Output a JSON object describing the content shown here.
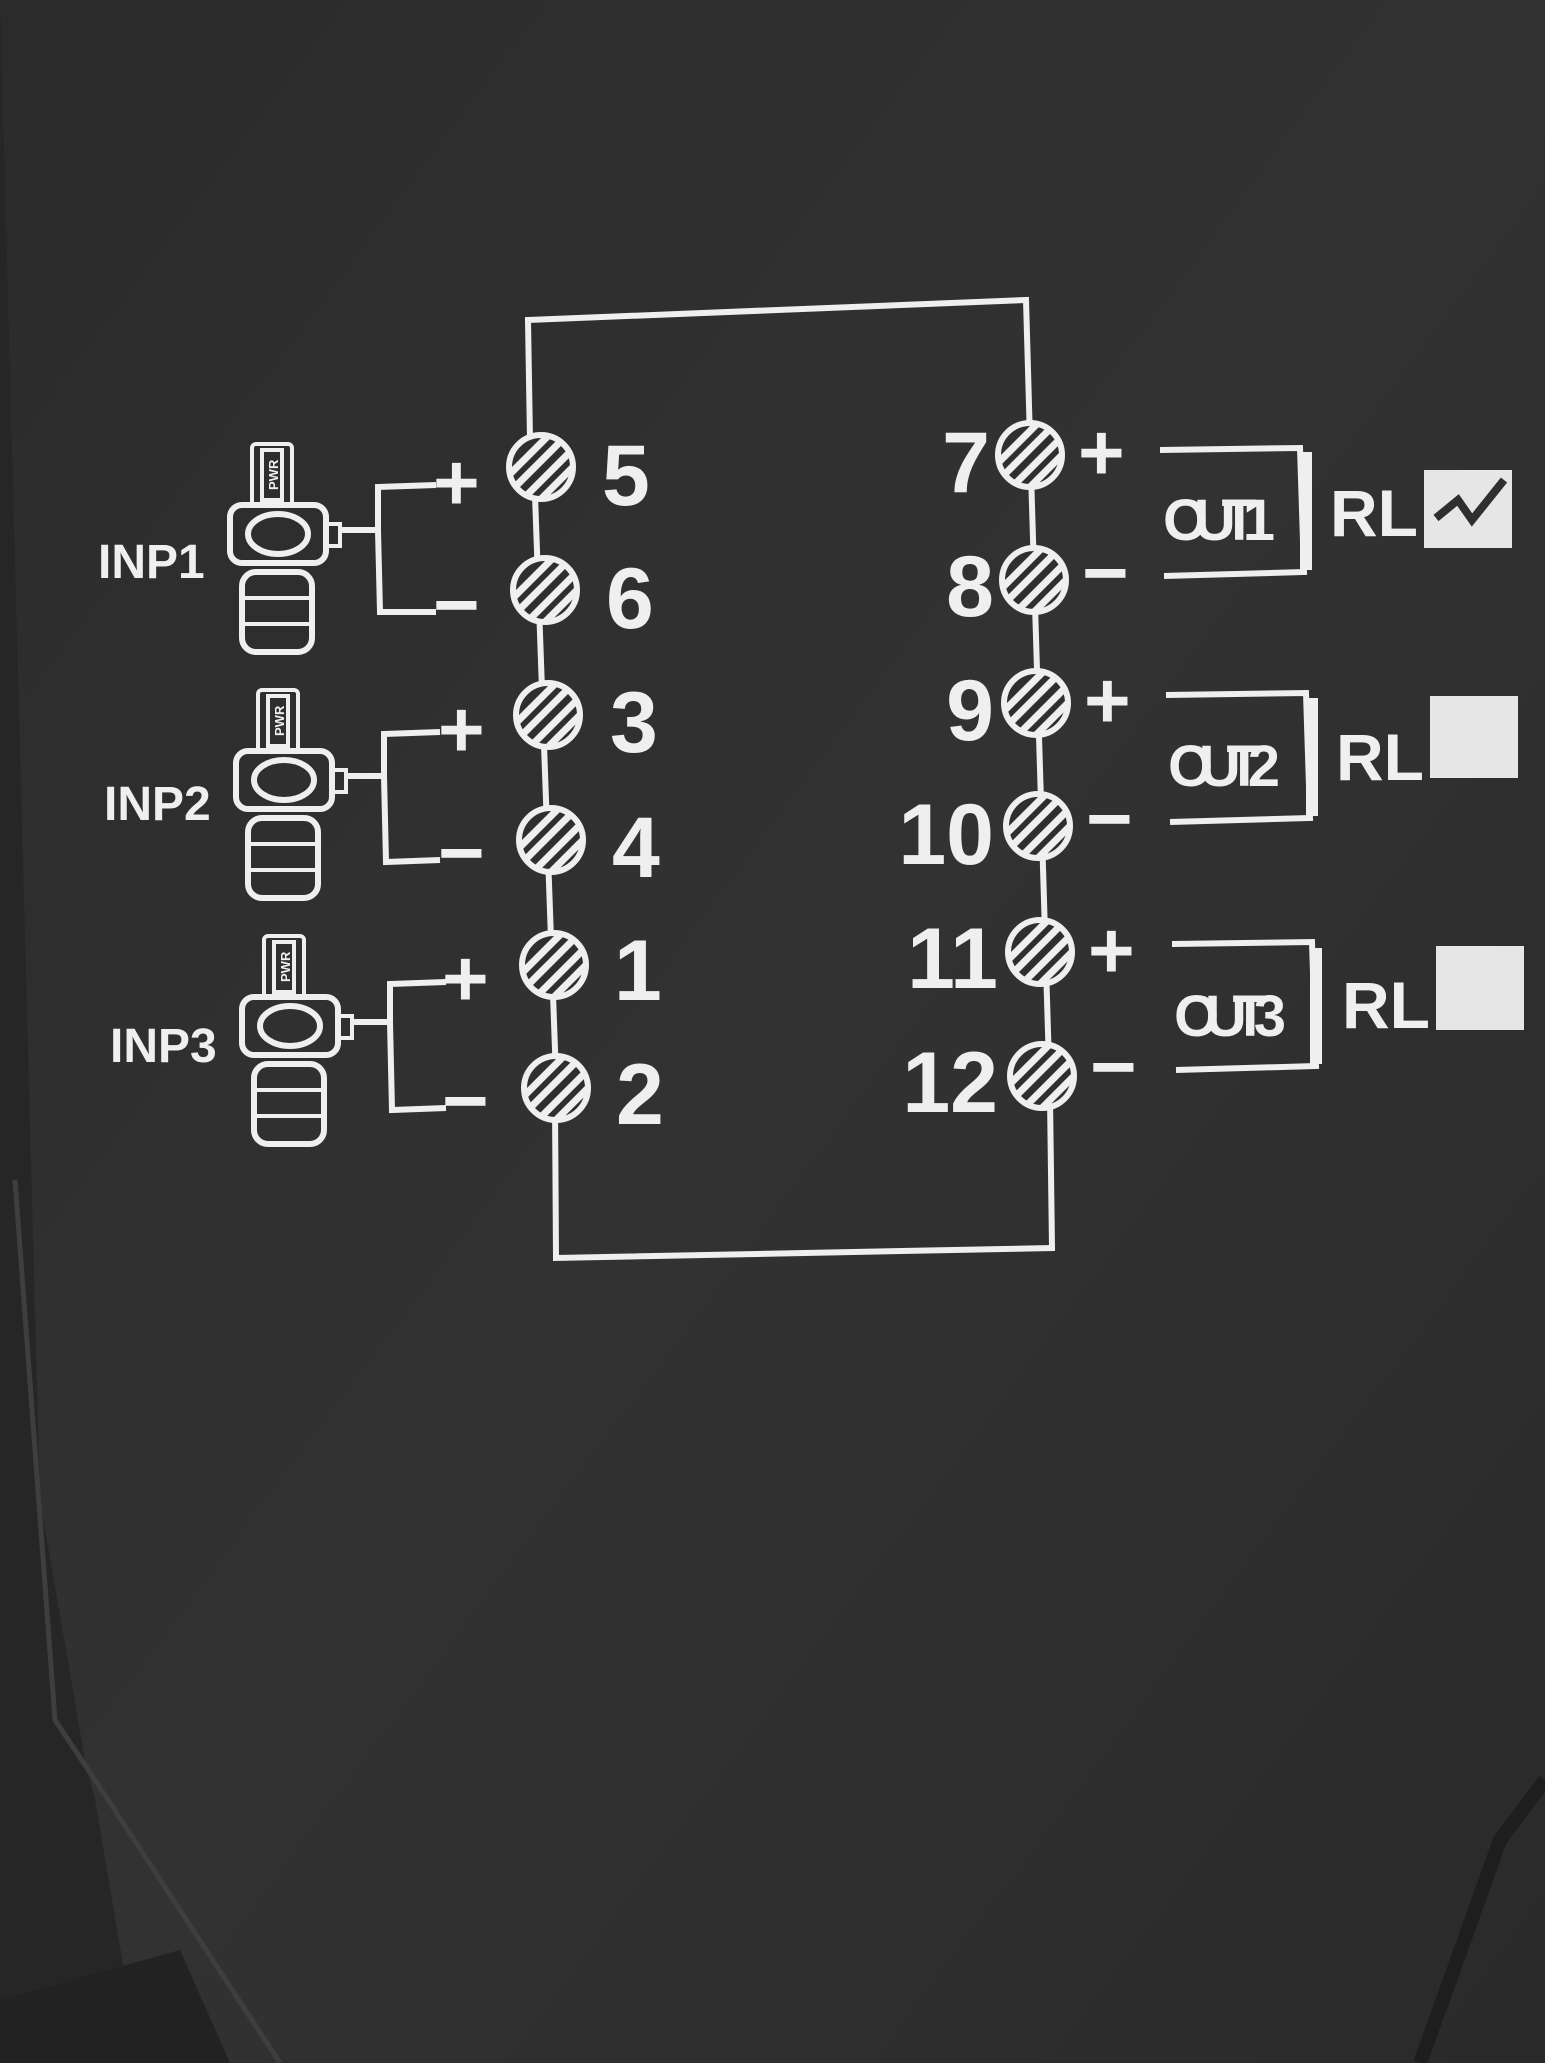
{
  "inputs": [
    {
      "label": "INP1",
      "plus_terminal": "5",
      "minus_terminal": "6",
      "pwr": "PWR"
    },
    {
      "label": "INP2",
      "plus_terminal": "3",
      "minus_terminal": "4",
      "pwr": "PWR"
    },
    {
      "label": "INP3",
      "plus_terminal": "1",
      "minus_terminal": "2",
      "pwr": "PWR"
    }
  ],
  "outputs": [
    {
      "label": "OUT1",
      "plus_terminal": "7",
      "minus_terminal": "8",
      "relay": "RL",
      "checked": true
    },
    {
      "label": "OUT2",
      "plus_terminal": "9",
      "minus_terminal": "10",
      "relay": "RL",
      "checked": false
    },
    {
      "label": "OUT3",
      "plus_terminal": "11",
      "minus_terminal": "12",
      "relay": "RL",
      "checked": false
    }
  ],
  "signs": {
    "plus": "+",
    "minus": "−"
  },
  "colors": {
    "panel": "#2f2f2f",
    "print": "#efefef",
    "checkbox": "#e6e6e6"
  }
}
